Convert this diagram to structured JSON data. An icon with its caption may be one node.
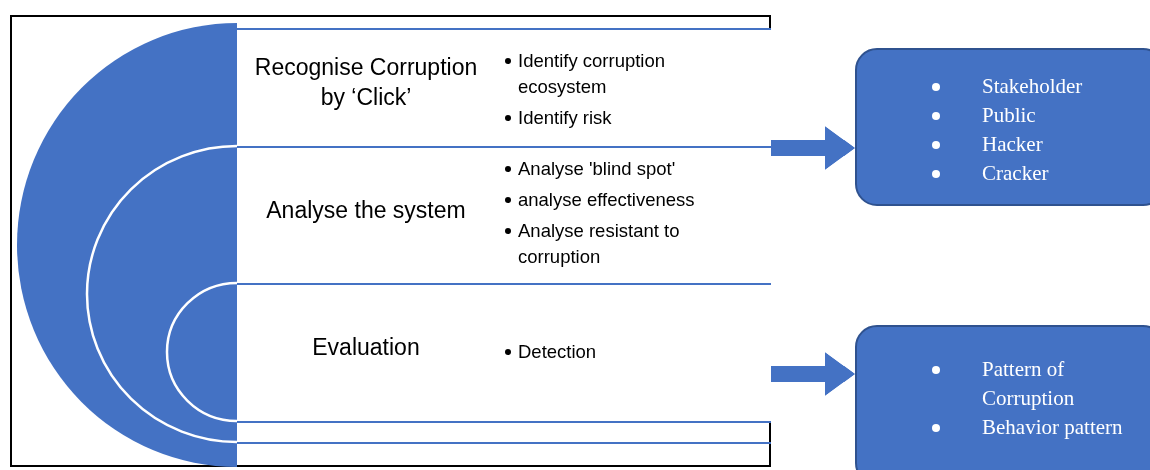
{
  "diagram": {
    "nodes": [
      {
        "text": [],
        "shape": "box"
      },
      {
        "text": [
          "Recognise Corruption by ‘Click’",
          "Identify corruption ecosystem",
          "Identify risk"
        ],
        "in": 0
      },
      {
        "text": [
          "Analyse the system",
          "Analyse 'blind spot'",
          "analyse effectiveness",
          "Analyse resistant to corruption"
        ],
        "in": 0
      },
      {
        "text": [
          "Evaluation",
          "Detection"
        ],
        "in": 0
      },
      {
        "text": [
          "Stakeholder",
          "Public",
          "Hacker",
          "Cracker"
        ]
      },
      {
        "text": [
          "Pattern of Corruption",
          "Behavior pattern"
        ]
      }
    ],
    "edges": [
      {
        "from": 0,
        "to": 4,
        "arrow": "to"
      },
      {
        "from": 3,
        "to": 5,
        "arrow": "to"
      }
    ]
  }
}
